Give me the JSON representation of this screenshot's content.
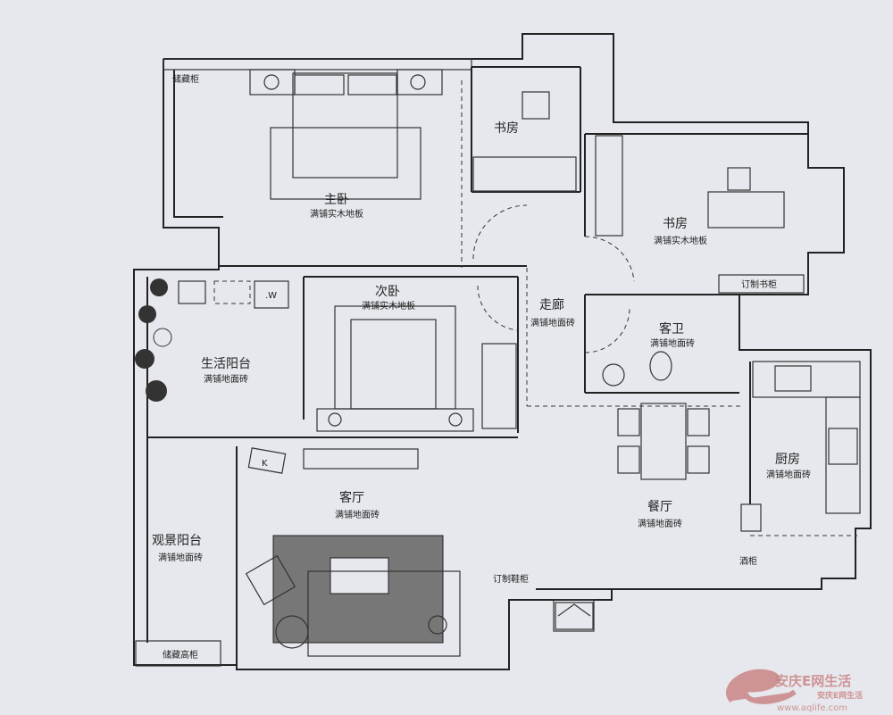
{
  "rooms": {
    "master_bedroom": {
      "name": "主卧",
      "floor": "满铺实木地板"
    },
    "small_study": {
      "name": "书房"
    },
    "study": {
      "name": "书房",
      "floor": "满铺实木地板"
    },
    "second_bedroom": {
      "name": "次卧",
      "floor": "满铺实木地板"
    },
    "corridor": {
      "name": "走廊",
      "floor": "满铺地面砖"
    },
    "guest_bath": {
      "name": "客卫",
      "floor": "满铺地面砖"
    },
    "utility_balcony": {
      "name": "生活阳台",
      "floor": "满铺地面砖"
    },
    "living_room": {
      "name": "客厅",
      "floor": "满铺地面砖"
    },
    "dining_room": {
      "name": "餐厅",
      "floor": "满铺地面砖"
    },
    "kitchen": {
      "name": "厨房",
      "floor": "满铺地面砖"
    },
    "view_balcony": {
      "name": "观景阳台",
      "floor": "满铺地面砖"
    }
  },
  "fixtures": {
    "storage_cabinet": "储藏柜",
    "custom_bookcase": "订制书柜",
    "tall_storage": "储藏高柜",
    "shoe_cabinet": "订制鞋柜",
    "wine_cabinet": "酒柜",
    "washer": ".W",
    "tv_k": "K"
  },
  "watermark": {
    "title": "安庆E网生活",
    "subtitle": "安庆E网生活",
    "url": "www.aqlife.com"
  }
}
